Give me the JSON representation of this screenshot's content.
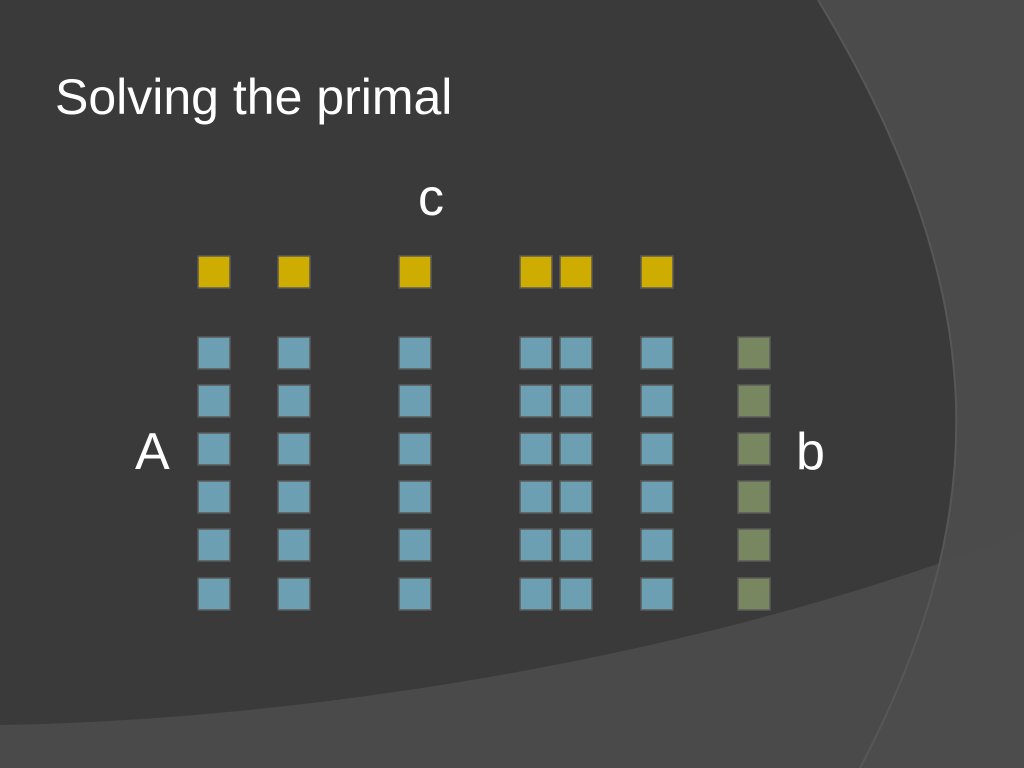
{
  "slide": {
    "title": "Solving the primal",
    "labels": {
      "c": "c",
      "A": "A",
      "b": "b"
    }
  },
  "colors": {
    "background": "#3c3c3c",
    "background_band": "#4a4a4a",
    "c_block": "#cfac00",
    "A_block": "#6c9fb1",
    "b_block": "#798760",
    "block_border": "#5a5a5a"
  },
  "matrix": {
    "c": {
      "columns": 6,
      "rows": 1
    },
    "A": {
      "columns": 6,
      "rows": 6
    },
    "b": {
      "columns": 1,
      "rows": 6
    }
  }
}
